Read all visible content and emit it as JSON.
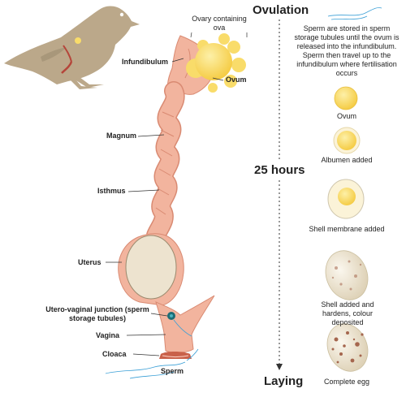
{
  "timeline": {
    "top_label": "Ovulation",
    "middle_label": "25 hours",
    "bottom_label": "Laying"
  },
  "sperm_note": "Sperm are stored in sperm storage tubules until the ovum is released into the infundibulum. Sperm then travel up to the infundibulum where fertilisation occurs",
  "stages": [
    {
      "caption": "Ovum"
    },
    {
      "caption": "Albumen added"
    },
    {
      "caption": "Shell membrane added"
    },
    {
      "caption": "Shell added and hardens, colour deposited"
    },
    {
      "caption": "Complete egg"
    }
  ],
  "anatomy_labels": {
    "ovary": "Ovary containing ova",
    "infundibulum": "Infundibulum",
    "ovum": "Ovum",
    "magnum": "Magnum",
    "isthmus": "Isthmus",
    "uterus": "Uterus",
    "utero_vaginal_junction": "Utero-vaginal junction (sperm storage tubules)",
    "vagina": "Vagina",
    "cloaca": "Cloaca",
    "sperm": "Sperm"
  },
  "colors": {
    "oviduct": "#f2b49e",
    "oviduct_dark": "#c9614a",
    "bird": "#bba88a",
    "ovum_yellow": "#f9dc6a",
    "albumen": "#fbf3d8",
    "shell": "#ede3cf",
    "speckle": "#a5664e",
    "sperm_blue": "#3a9fd6",
    "junction_teal": "#1d6d76"
  }
}
